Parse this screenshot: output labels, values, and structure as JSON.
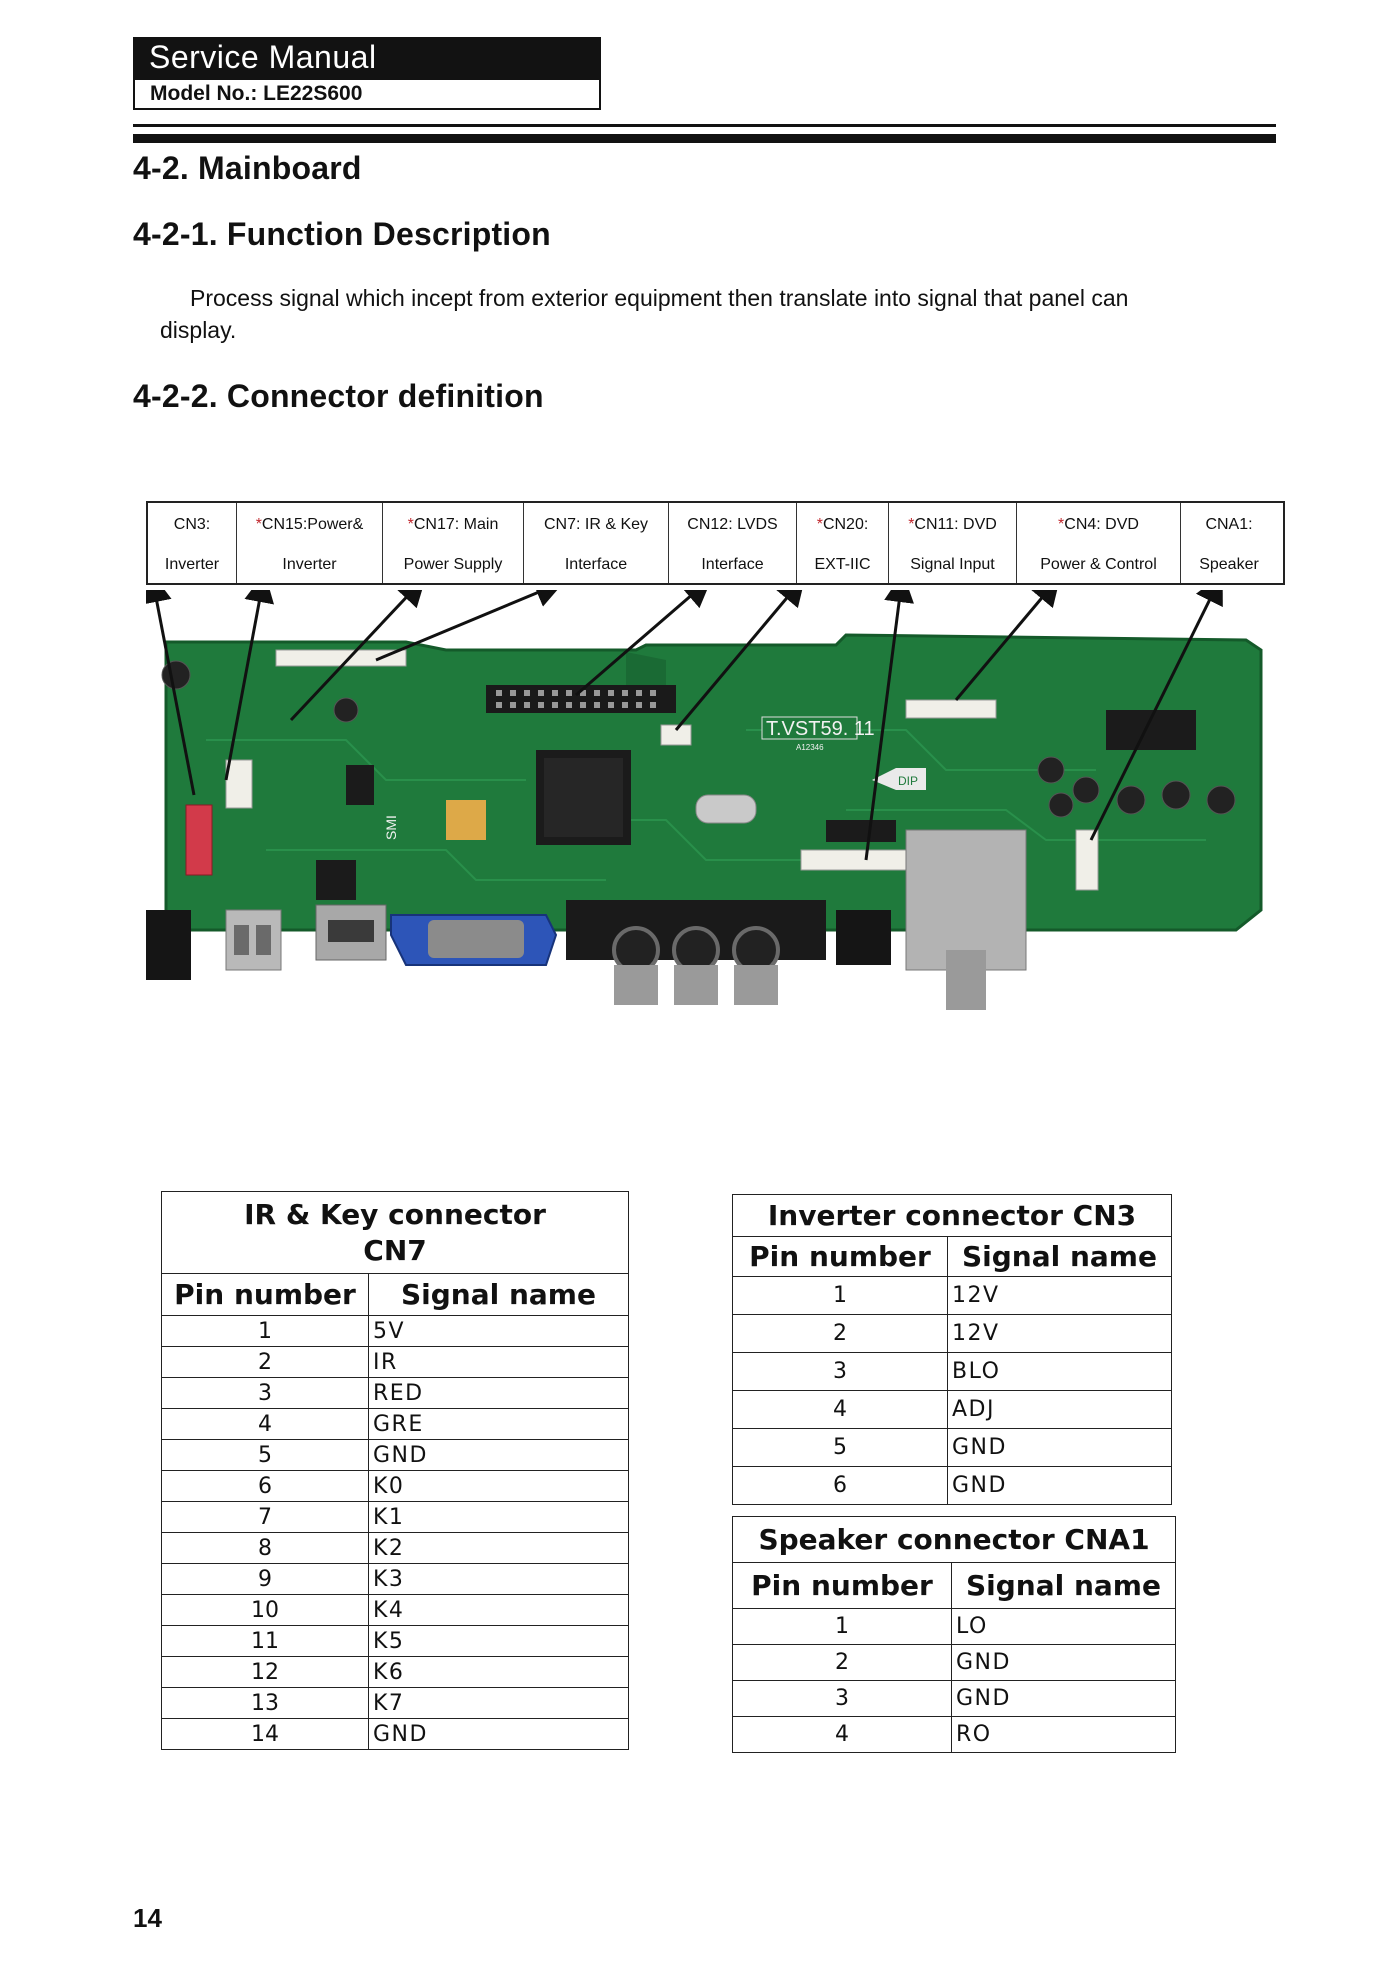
{
  "header": {
    "title": "Service Manual",
    "model": "Model No.: LE22S600"
  },
  "section": {
    "heading": "4-2. Mainboard",
    "sub1": "4-2-1. Function Description",
    "paragraph": "Process signal which incept from exterior equipment then translate into signal that panel can display.",
    "sub2": "4-2-2. Connector definition"
  },
  "connectors": [
    {
      "l1": "CN3:",
      "l2": "Inverter",
      "star": false
    },
    {
      "l1": "CN15:Power&",
      "l2": "Inverter",
      "star": true
    },
    {
      "l1": "CN17: Main",
      "l2": "Power Supply",
      "star": true
    },
    {
      "l1": "CN7: IR & Key",
      "l2": "Interface",
      "star": false
    },
    {
      "l1": "CN12: LVDS",
      "l2": "Interface",
      "star": false
    },
    {
      "l1": "CN20:",
      "l2": "EXT-IIC",
      "star": true
    },
    {
      "l1": "CN11: DVD",
      "l2": "Signal Input",
      "star": true
    },
    {
      "l1": "CN4: DVD",
      "l2": "Power & Control",
      "star": true
    },
    {
      "l1": "CNA1:",
      "l2": "Speaker",
      "star": false
    }
  ],
  "board": {
    "model_label": "T.VST59. 11",
    "part_label": "A12346",
    "dip_label": "DIP",
    "sm_label": "SMI",
    "colors": {
      "pcb": "#1f7a3c",
      "pcb_dark": "#145a2a",
      "vga": "#2d55b8",
      "silver": "#b9b9b9"
    }
  },
  "tables": {
    "ir_key": {
      "title_line1": "IR & Key connector",
      "title_line2": "CN7",
      "col_pin": "Pin number",
      "col_signal": "Signal name",
      "rows": [
        [
          "1",
          "5V"
        ],
        [
          "2",
          "IR"
        ],
        [
          "3",
          "RED"
        ],
        [
          "4",
          "GRE"
        ],
        [
          "5",
          "GND"
        ],
        [
          "6",
          "K0"
        ],
        [
          "7",
          "K1"
        ],
        [
          "8",
          "K2"
        ],
        [
          "9",
          "K3"
        ],
        [
          "10",
          "K4"
        ],
        [
          "11",
          "K5"
        ],
        [
          "12",
          "K6"
        ],
        [
          "13",
          "K7"
        ],
        [
          "14",
          "GND"
        ]
      ]
    },
    "inverter": {
      "title": "Inverter connector CN3",
      "col_pin": "Pin number",
      "col_signal": "Signal name",
      "rows": [
        [
          "1",
          "12V"
        ],
        [
          "2",
          "12V"
        ],
        [
          "3",
          "BLO"
        ],
        [
          "4",
          "ADJ"
        ],
        [
          "5",
          "GND"
        ],
        [
          "6",
          "GND"
        ]
      ]
    },
    "speaker": {
      "title": "Speaker connector CNA1",
      "col_pin": "Pin number",
      "col_signal": "Signal name",
      "rows": [
        [
          "1",
          "LO"
        ],
        [
          "2",
          "GND"
        ],
        [
          "3",
          "GND"
        ],
        [
          "4",
          "RO"
        ]
      ]
    }
  },
  "page_number": "14"
}
